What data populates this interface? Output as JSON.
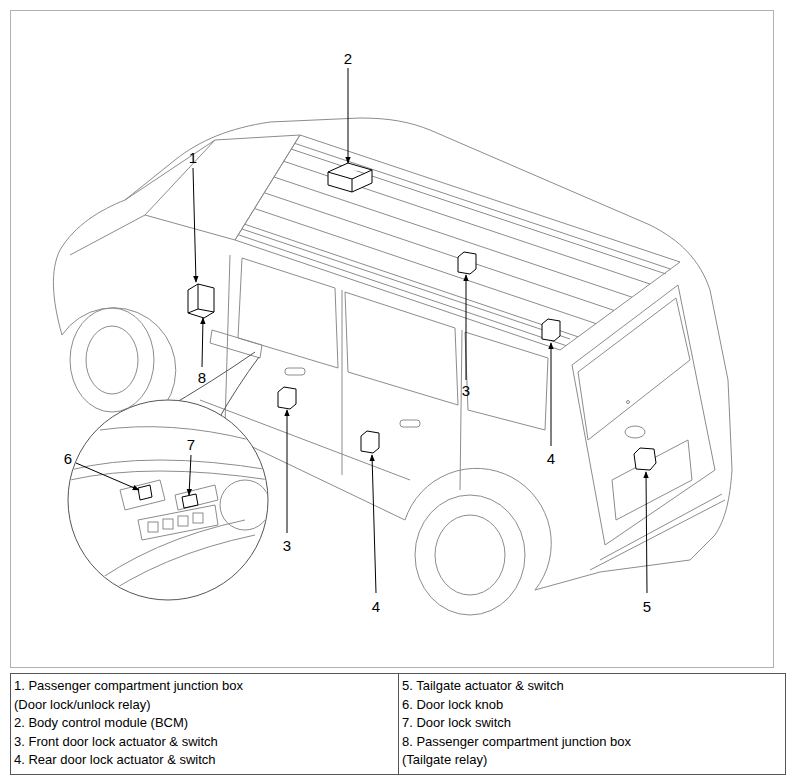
{
  "diagram": {
    "labels": [
      "2",
      "1",
      "8",
      "3",
      "7",
      "6",
      "4",
      "3",
      "4",
      "5",
      "1. Passenger compartment junction box (Door lock/unlock relay)",
      "2. Body control module (BCM)",
      "3. Front door lock actuator & switch",
      "4. Rear door lock actuator & switch",
      "5. Tailgate actuator & switch",
      "6. Door lock knob",
      "7. Door lock switch",
      "8. Passenger compartment junction box (Tailgate relay)"
    ]
  }
}
